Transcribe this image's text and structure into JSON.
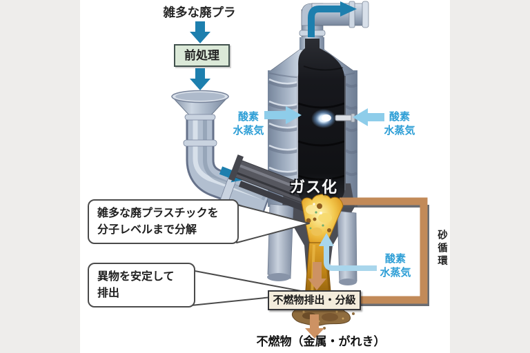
{
  "figure": {
    "subject": "waste-plastic-gasification-furnace-diagram"
  },
  "labels": {
    "waste_input": "雑多な廃プラ",
    "pretreatment": "前処理",
    "oxygen_steam": "酸素\n水蒸気",
    "gasification": "ガス化",
    "sand_circulation": "砂循環",
    "callout_decompose": {
      "line1": "雑多な廃プラスチックを",
      "line2": "分子レベルまで分解"
    },
    "callout_discharge": {
      "line1": "異物を安定して",
      "line2": "排出"
    },
    "incombustible_process": "不燃物排出・分級",
    "incombustible_output": "不燃物（金属・がれき）"
  },
  "colors": {
    "background_band": "#eeedeb",
    "canvas": "#ffffff",
    "flow_arrow_blue": "#1d7fae",
    "oxygen_arrow_lightblue": "#8ecdea",
    "oxygen_text_blue": "#2f9fd6",
    "sand_loop_brown": "#c28a58",
    "discharge_arrow_tan": "#cd9263",
    "molten_orange": "#e59b1e",
    "furnace_steel": "#aebacb",
    "furnace_interior_dark": "#17181d",
    "pretreatment_box_green": "#dbe9d8",
    "incombustible_box_beige": "#f3ecdc"
  }
}
